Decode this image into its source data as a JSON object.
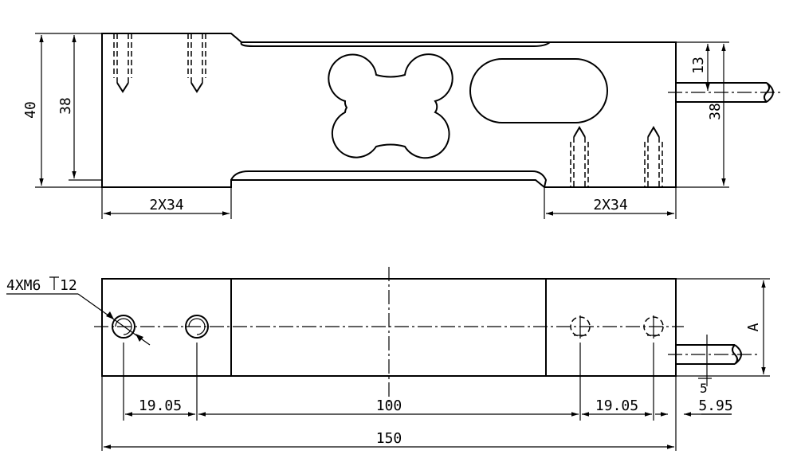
{
  "side_view": {
    "height_overall": "40",
    "height_body": "38",
    "height_right": "38",
    "cable_offset": "13",
    "left_thread_spacing": "2X34",
    "right_thread_spacing": "2X34"
  },
  "top_view": {
    "thread_callout": "4XM6",
    "thread_depth": "12",
    "width_label": "A",
    "dim_left_hole": "19.05",
    "dim_center": "100",
    "dim_right_hole": "19.05",
    "dim_cable": "5.95",
    "dim_cable_small": "5",
    "dim_total": "150"
  }
}
